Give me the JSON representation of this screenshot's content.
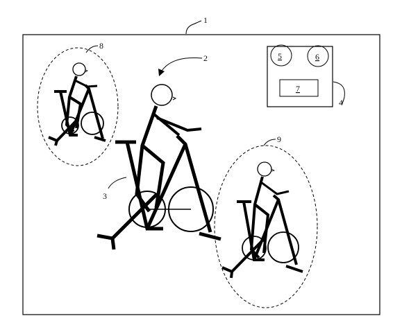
{
  "figure": {
    "labels": {
      "n1": "1",
      "n2": "2",
      "n3": "3",
      "n4": "4",
      "n5": "5",
      "n6": "6",
      "n7": "7",
      "n8": "8",
      "n9": "9"
    },
    "stroke_color": "#000000",
    "background_color": "#ffffff"
  }
}
